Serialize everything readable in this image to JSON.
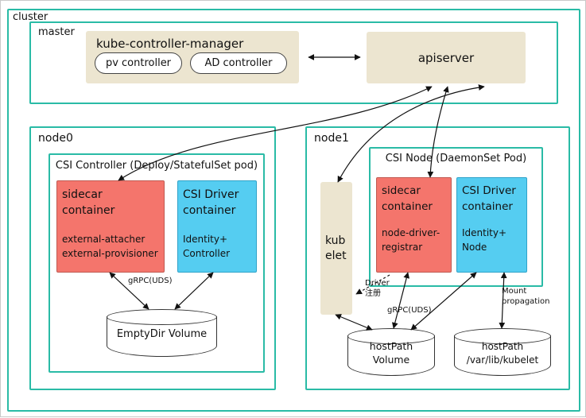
{
  "colors": {
    "teal": "#2abba6",
    "beige": "#ece5d0",
    "red": "#f4756c",
    "cyan": "#55cdf1"
  },
  "cluster": {
    "label": "cluster"
  },
  "master": {
    "label": "master",
    "kube_controller_manager": {
      "title": "kube-controller-manager",
      "pv_controller": "pv controller",
      "ad_controller": "AD controller"
    },
    "apiserver": "apiserver"
  },
  "node0": {
    "label": "node0",
    "pod_title": "CSI Controller (Deploy/StatefulSet pod)",
    "sidecar": {
      "title": [
        "sidecar",
        "container"
      ],
      "detail": [
        "external-attacher",
        "external-provisioner"
      ]
    },
    "csi_driver": {
      "title": [
        "CSI Driver",
        "container"
      ],
      "detail": [
        "Identity+",
        "Controller"
      ]
    },
    "grpc_label": "gRPC(UDS)",
    "volume": "EmptyDir Volume"
  },
  "node1": {
    "label": "node1",
    "pod_title": "CSI Node (DaemonSet Pod)",
    "kubelet": "kubelet",
    "sidecar": {
      "title": [
        "sidecar",
        "container"
      ],
      "detail": [
        "node-driver-",
        "registrar"
      ]
    },
    "csi_driver": {
      "title": [
        "CSI Driver",
        "container"
      ],
      "detail": [
        "Identity+",
        "Node"
      ]
    },
    "driver_register_label": [
      "Driver",
      "注册"
    ],
    "grpc_label": "gRPC(UDS)",
    "mount_label": [
      "Mount",
      "propagation"
    ],
    "hostpath_volume": [
      "hostPath",
      "Volume"
    ],
    "hostpath_kubelet": [
      "hostPath",
      "/var/lib/kubelet"
    ]
  }
}
